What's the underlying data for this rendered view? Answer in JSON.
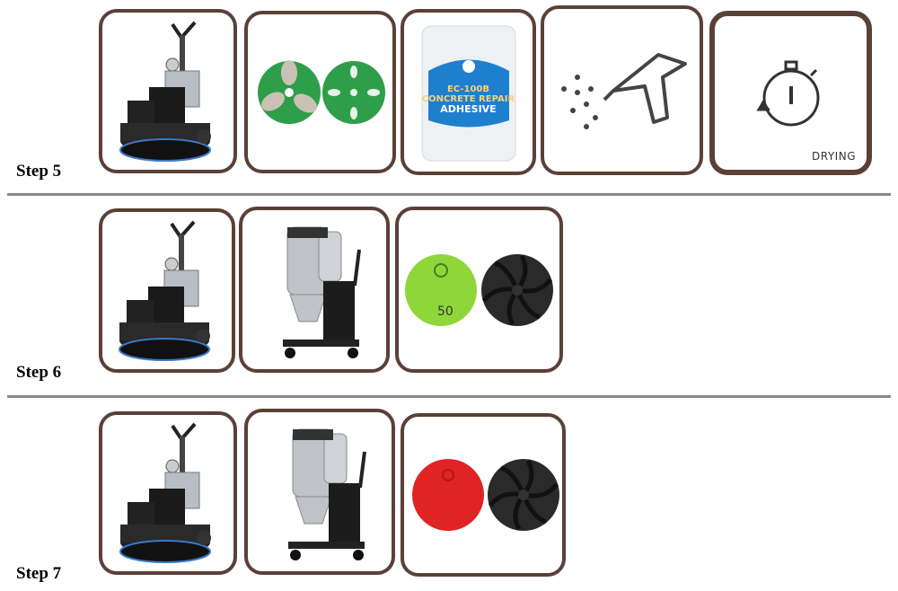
{
  "steps": [
    {
      "label": "Step 5",
      "items": [
        "floor-grinder",
        "green-metal-pads",
        "repair-adhesive",
        "spray-gun",
        "drying-timer"
      ]
    },
    {
      "label": "Step 6",
      "items": [
        "floor-grinder",
        "dust-extractor",
        "green-resin-pad-50"
      ]
    },
    {
      "label": "Step 7",
      "items": [
        "floor-grinder",
        "dust-extractor",
        "red-resin-pad"
      ]
    }
  ],
  "adhesive": {
    "line1": "EC-100B",
    "line2": "CONCRETE REPAIR",
    "line3": "ADHESIVE"
  },
  "drying_label": "DRYING",
  "green_pad_grit": "50",
  "colors": {
    "border": "#5b4037",
    "divider": "#8a8a8a",
    "green_pad": "#8fd63a",
    "red_pad": "#e02424",
    "metal_pad": "#2f9e4a",
    "label_blue": "#1f7fcf"
  }
}
